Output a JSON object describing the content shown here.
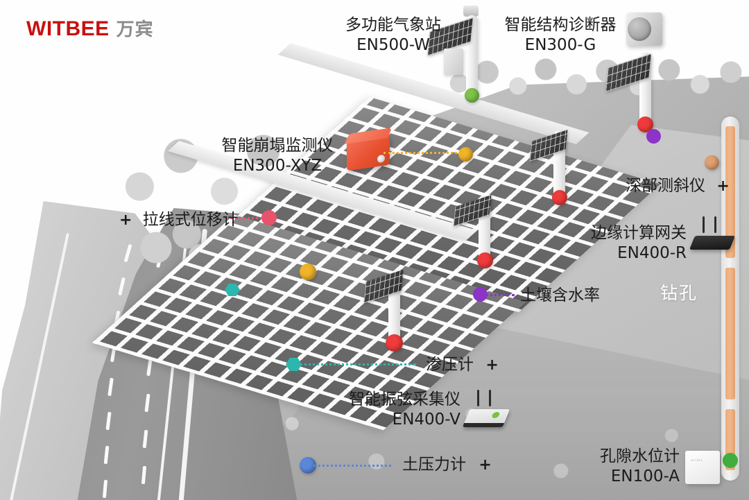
{
  "brand": {
    "name_en": "WITBEE",
    "name_cn": "万宾"
  },
  "scene": {
    "borehole_label": "钻孔"
  },
  "labels": [
    {
      "id": "weather-station",
      "line1": "多功能气象站",
      "line2": "EN500-W",
      "marker_color": "#7ec34a"
    },
    {
      "id": "structure-diagnoser",
      "line1": "智能结构诊断器",
      "line2": "EN300-G",
      "marker_color": "#ef3b3b"
    },
    {
      "id": "collapse-monitor",
      "line1": "智能崩塌监测仪",
      "line2": "EN300-XYZ",
      "marker_color": "#f0b428"
    },
    {
      "id": "wireline-displacement-meter",
      "line1": "拉线式位移计",
      "line2": "",
      "plus": "+",
      "marker_color": "#e8536b"
    },
    {
      "id": "deep-inclinometer",
      "line1": "深部测斜仪",
      "line2": "",
      "plus": "+",
      "marker_color": "#e0a071"
    },
    {
      "id": "edge-computing-gateway",
      "line1": "边缘计算网关",
      "line2": "EN400-R",
      "marker_color": "#262626"
    },
    {
      "id": "soil-moisture",
      "line1": "土壤含水率",
      "line2": "",
      "marker_color": "#8c33c8"
    },
    {
      "id": "piezometer",
      "line1": "渗压计",
      "line2": "",
      "plus": "+",
      "marker_color": "#2cb6ae"
    },
    {
      "id": "vibrating-wire-collector",
      "line1": "智能振弦采集仪",
      "line2": "EN400-V",
      "marker_color": "#7ac143"
    },
    {
      "id": "earth-pressure-cell",
      "line1": "土压力计",
      "line2": "",
      "plus": "+",
      "marker_color": "#5a87d8"
    },
    {
      "id": "pore-water-level-meter",
      "line1": "孔隙水位计",
      "line2": "EN100-A",
      "marker_color": "#3fae3f"
    }
  ],
  "colors": {
    "brand_red": "#c8100f",
    "brand_gray": "#8a8a8a",
    "marker_red": "#ef3b3b",
    "marker_green": "#7ec34a",
    "marker_yellow": "#f0b428",
    "marker_purple": "#8c33c8",
    "marker_teal": "#2cb6ae",
    "marker_blue": "#5a87d8",
    "marker_pink": "#e8536b",
    "marker_orange": "#e0a071",
    "device_orange": "#e8512f",
    "borehole_fill": "#eeab79"
  }
}
